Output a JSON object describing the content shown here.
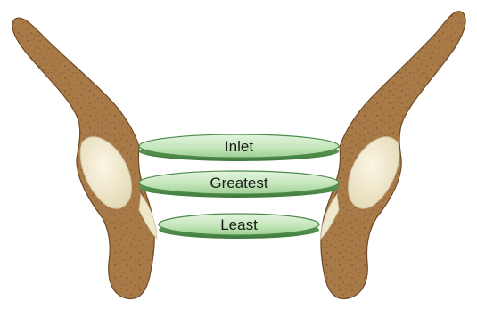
{
  "diagram": {
    "planes": [
      {
        "id": "inlet",
        "label": "Inlet"
      },
      {
        "id": "greatest",
        "label": "Greatest"
      },
      {
        "id": "least",
        "label": "Least"
      }
    ],
    "colors": {
      "bone": "#a87a48",
      "bone_dark": "#6e4a26",
      "bone_speckle": "#7d5530",
      "cartilage": "#f1ead0",
      "cartilage_edge": "#cfc3a0",
      "plane_fill": "#bfe3b6",
      "plane_light": "#e4f4df",
      "plane_edge": "#4d8a4a",
      "plane_rim": "#5f9c58"
    }
  }
}
